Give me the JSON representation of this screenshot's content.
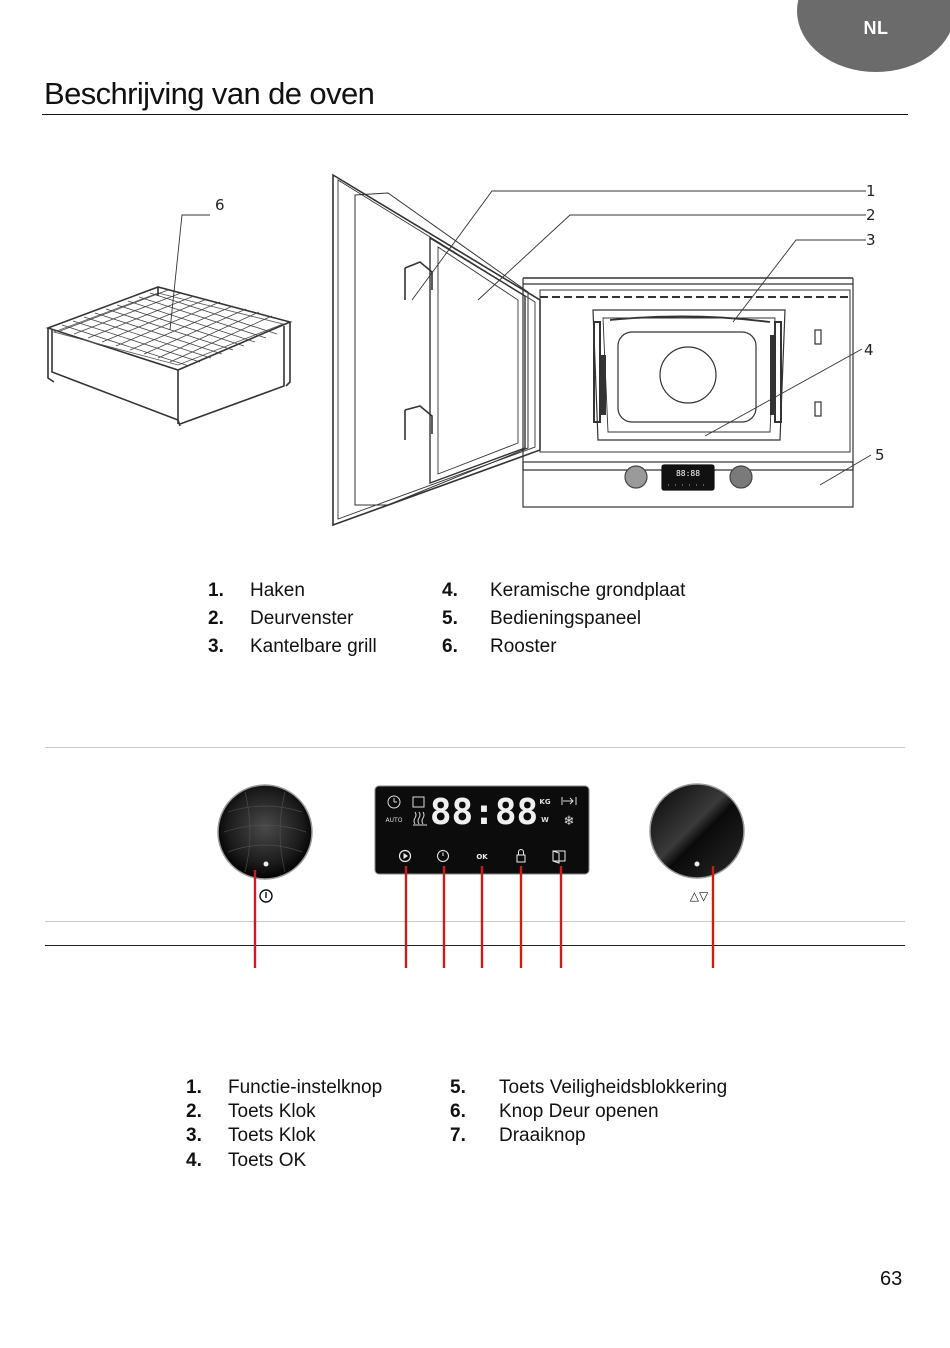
{
  "language_tab": "NL",
  "title": "Beschrijving van de oven",
  "oven_callouts": [
    "1",
    "2",
    "3",
    "4",
    "5",
    "6"
  ],
  "oven_display": "88:88",
  "oven_legend": [
    {
      "num": "1.",
      "label": "Haken"
    },
    {
      "num": "2.",
      "label": "Deurvenster"
    },
    {
      "num": "3.",
      "label": "Kantelbare grill"
    },
    {
      "num": "4.",
      "label": "Keramische grondplaat"
    },
    {
      "num": "5.",
      "label": "Bedieningspaneel"
    },
    {
      "num": "6.",
      "label": "Rooster"
    }
  ],
  "panel": {
    "display_digits": "88:88",
    "label_auto": "AUTO",
    "label_kg": "KG",
    "label_w": "W",
    "label_ok": "OK",
    "knob_left_symbol": "power-symbol-icon",
    "knob_right_symbol": "△▽"
  },
  "panel_legend": [
    {
      "num": "1.",
      "label": "Functie-instelknop"
    },
    {
      "num": "2.",
      "label": "Toets Klok"
    },
    {
      "num": "3.",
      "label": "Toets Klok"
    },
    {
      "num": "4.",
      "label": "Toets OK"
    },
    {
      "num": "5.",
      "label": "Toets Veiligheidsblokkering"
    },
    {
      "num": "6.",
      "label": "Knop Deur openen"
    },
    {
      "num": "7.",
      "label": "Draaiknop"
    }
  ],
  "colors": {
    "callout_line": "#cc1b1b",
    "tab": "#6b6b6b",
    "display_bg": "#0c0c0c"
  },
  "page_number": "63"
}
